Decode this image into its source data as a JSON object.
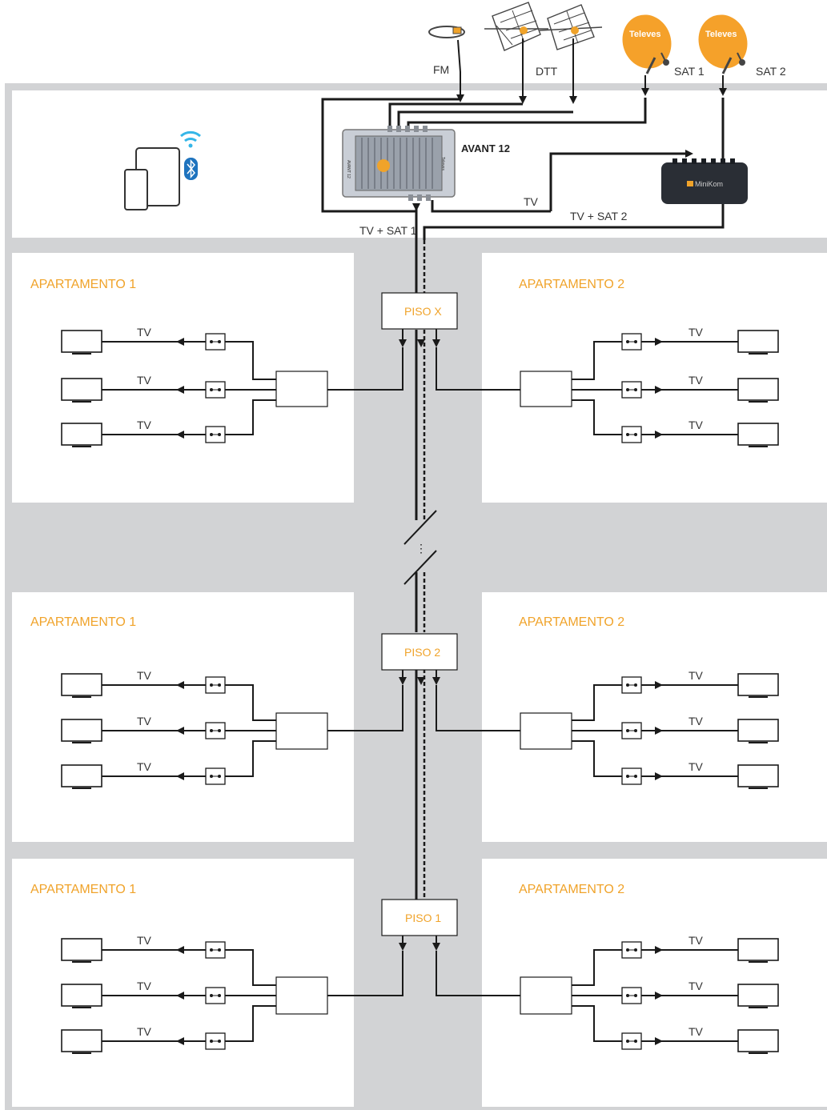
{
  "antennas": {
    "fm": "FM",
    "dtt": "DTT",
    "sat1": "SAT 1",
    "sat2": "SAT 2",
    "dish_brand": "Televes"
  },
  "headend": {
    "name": "AVANT 12",
    "device_text": "AVANT 12",
    "device_brand": "Televes",
    "minikom_text": "MiniKom",
    "tv_label": "TV",
    "tv_sat2_label": "TV + SAT 2",
    "tv_sat1_label": "TV + SAT 1"
  },
  "floors": [
    {
      "piso": "PISO X",
      "left_apartment": "APARTAMENTO 1",
      "right_apartment": "APARTAMENTO 2",
      "tv_labels_left": [
        "TV",
        "TV",
        "TV"
      ],
      "tv_labels_right": [
        "TV",
        "TV",
        "TV"
      ]
    },
    {
      "piso": "PISO 2",
      "left_apartment": "APARTAMENTO 1",
      "right_apartment": "APARTAMENTO 2",
      "tv_labels_left": [
        "TV",
        "TV",
        "TV"
      ],
      "tv_labels_right": [
        "TV",
        "TV",
        "TV"
      ]
    },
    {
      "piso": "PISO 1",
      "left_apartment": "APARTAMENTO 1",
      "right_apartment": "APARTAMENTO 2",
      "tv_labels_left": [
        "TV",
        "TV",
        "TV"
      ],
      "tv_labels_right": [
        "TV",
        "TV",
        "TV"
      ]
    }
  ],
  "colors": {
    "building_gray": "#d2d3d5",
    "accent_orange": "#f0a32a",
    "dish_orange": "#f5a12a",
    "wifi_blue": "#35b6e8",
    "bluetooth_blue": "#1e73be",
    "wire": "#1a1a1a"
  },
  "icons": [
    "fm-antenna-icon",
    "dtt-antenna-icon",
    "satellite-dish-icon",
    "tablet-icon",
    "phone-icon",
    "wifi-icon",
    "bluetooth-icon",
    "tv-icon",
    "wall-outlet-icon"
  ]
}
